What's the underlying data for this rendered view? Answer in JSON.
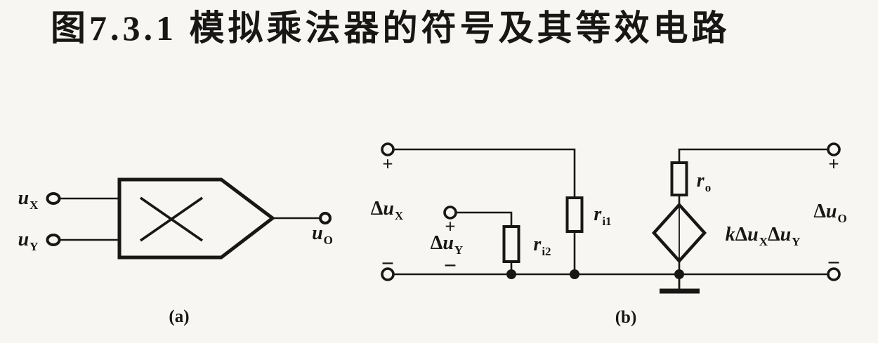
{
  "colors": {
    "ink": "#181715",
    "background": "#f7f6f3"
  },
  "title": {
    "text": "图7.3.1 模拟乘法器的符号及其等效电路"
  },
  "figure_a": {
    "caption": "(a)",
    "input_x": {
      "var": "u",
      "sub": "X"
    },
    "input_y": {
      "var": "u",
      "sub": "Y"
    },
    "output": {
      "var": "u",
      "sub": "O"
    }
  },
  "figure_b": {
    "caption": "(b)",
    "port_x": {
      "pre": "Δ",
      "var": "u",
      "sub": "X",
      "plus": "+",
      "minus": "−"
    },
    "port_y": {
      "pre": "Δ",
      "var": "u",
      "sub": "Y",
      "plus": "+",
      "minus": "−"
    },
    "port_o": {
      "pre": "Δ",
      "var": "u",
      "sub": "O",
      "plus": "+",
      "minus": "−"
    },
    "resistor_ri1": {
      "var": "r",
      "sub": "i1"
    },
    "resistor_ri2": {
      "var": "r",
      "sub": "i2"
    },
    "resistor_ro": {
      "var": "r",
      "sub": "o"
    },
    "controlled_source": {
      "coeff": "k",
      "term1": {
        "pre": "Δ",
        "var": "u",
        "sub": "X"
      },
      "term2": {
        "pre": "Δ",
        "var": "u",
        "sub": "Y"
      }
    }
  }
}
